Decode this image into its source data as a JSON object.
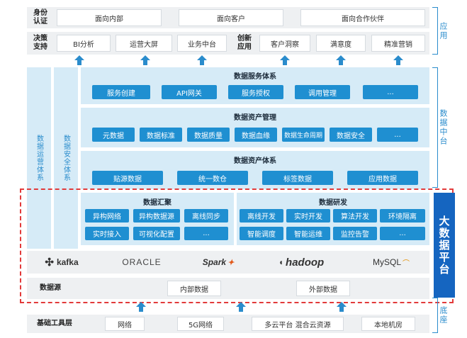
{
  "top": {
    "identity_label": "身份\n认证",
    "identity_items": [
      "面向内部",
      "面向客户",
      "面向合作伙伴"
    ],
    "decision_label": "决策\n支持",
    "decision_items": [
      "BI分析",
      "运营大屏",
      "业务中台"
    ],
    "innovation_label": "创新\n应用",
    "innovation_items": [
      "客户洞察",
      "满意度",
      "精准营销"
    ]
  },
  "left_columns": {
    "ops": "数据运营体系",
    "security": "数据安全体系"
  },
  "service": {
    "title": "数据服务体系",
    "items": [
      "服务创建",
      "API网关",
      "服务授权",
      "调用管理",
      "..."
    ]
  },
  "asset_mgmt": {
    "title": "数据资产管理",
    "items": [
      "元数据",
      "数据标准",
      "数据质量",
      "数据血缘",
      "数据生命周期",
      "数据安全",
      "..."
    ]
  },
  "asset_sys": {
    "title": "数据资产体系",
    "items": [
      "贴源数据",
      "统一数仓",
      "标签数据",
      "应用数据"
    ]
  },
  "aggregate": {
    "title": "数据汇聚",
    "items": [
      "异构网络",
      "异构数据源",
      "离线同步",
      "实时接入",
      "可视化配置",
      "..."
    ]
  },
  "develop": {
    "title": "数据研发",
    "items": [
      "离线开发",
      "实时开发",
      "算法开发",
      "环境隔离",
      "智能调度",
      "智能运维",
      "监控告警",
      "..."
    ]
  },
  "logos": [
    "kafka",
    "ORACLE",
    "Spark",
    "hadoop",
    "MySQL"
  ],
  "source": {
    "label": "数据源",
    "items": [
      "内部数据",
      "外部数据"
    ]
  },
  "base": {
    "label": "基础工具层",
    "items": [
      "网络",
      "5G网络",
      "多云平台 混合云资源",
      "本地机房"
    ]
  },
  "side": {
    "app": "应用",
    "mid": "数据中台",
    "big": "大数据平台",
    "lib": "底座"
  },
  "colors": {
    "accent": "#1f8fd1",
    "panel": "#d6ebf7",
    "dashed": "#e23a3a",
    "big_block": "#1565c0"
  }
}
